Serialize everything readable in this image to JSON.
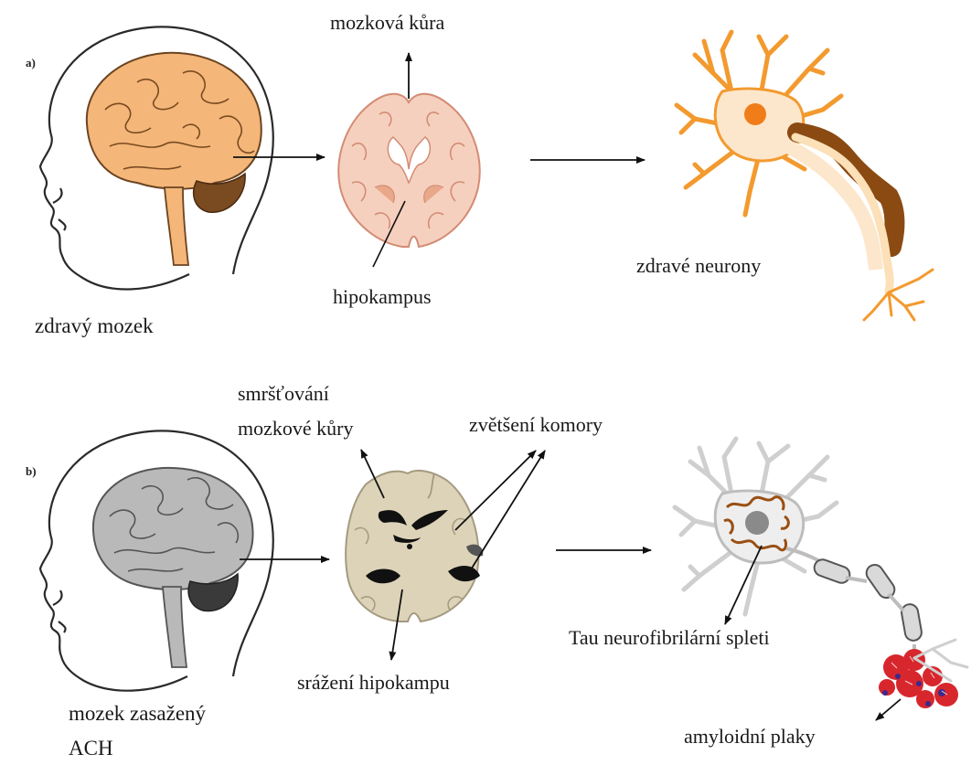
{
  "panels": {
    "a": {
      "tag": "a)",
      "label_cortex": "mozková kůra",
      "label_hippocampus": "hipokampus",
      "label_neurons": "zdravé neurony",
      "label_brain": "zdravý mozek"
    },
    "b": {
      "tag": "b)",
      "label_shrink_1": "smršťování",
      "label_shrink_2": "mozkové kůry",
      "label_ventricles": "zvětšení komory",
      "label_hippo_shrink": "srážení hipokampu",
      "label_tau": "Tau neurofibrilární spleti",
      "label_plaques": "amyloidní plaky",
      "label_brain_1": "mozek zasažený",
      "label_brain_2": "ACH"
    }
  },
  "colors": {
    "healthy_brain": "#f4b679",
    "healthy_brain_dark": "#a86a2e",
    "healthy_slice": "#f6d0bf",
    "healthy_neuron": "#f39a2f",
    "healthy_nucleus": "#f07d1a",
    "affected_brain": "#b9b9b9",
    "affected_slice": "#ddd3b8",
    "affected_neuron": "#cfcfcf",
    "tau": "#9a4f12",
    "plaque": "#d8262d",
    "plaque_accent": "#3b2a8e"
  }
}
